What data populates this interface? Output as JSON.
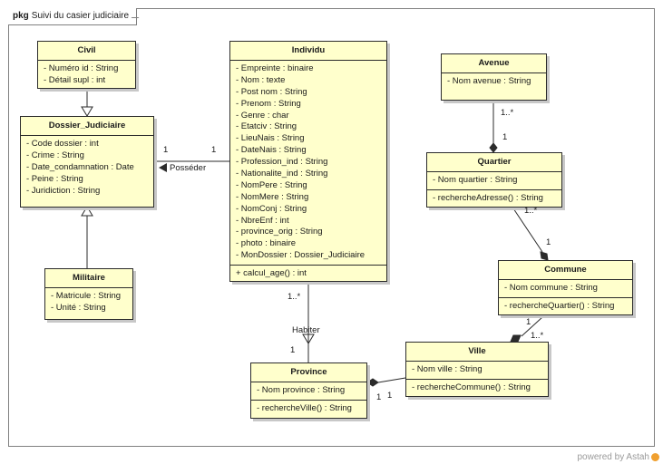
{
  "package": {
    "keyword": "pkg",
    "name": "Suivi du casier judiciaire"
  },
  "classes": {
    "civil": {
      "name": "Civil",
      "attributes": [
        "- Numéro id : String",
        "- Détail supl : int"
      ],
      "operations": []
    },
    "dossier": {
      "name": "Dossier_Judiciaire",
      "attributes": [
        "- Code dossier : int",
        "- Crime : String",
        "- Date_condamnation : Date",
        "- Peine : String",
        "- Juridiction : String"
      ],
      "operations": []
    },
    "militaire": {
      "name": "Militaire",
      "attributes": [
        "- Matricule : String",
        "- Unité : String"
      ],
      "operations": []
    },
    "individu": {
      "name": "Individu",
      "attributes": [
        "- Empreinte : binaire",
        "- Nom : texte",
        "- Post nom : String",
        "- Prenom : String",
        "- Genre : char",
        "- Etatciv : String",
        "- LieuNais : String",
        "- DateNais : String",
        "- Profession_ind : String",
        "- Nationalite_ind : String",
        "- NomPere : String",
        "- NomMere : String",
        "- NomConj : String",
        "- NbreEnf : int",
        "- province_orig : String",
        "- photo : binaire",
        "- MonDossier : Dossier_Judiciaire"
      ],
      "operations": [
        "+ calcul_age() : int"
      ]
    },
    "avenue": {
      "name": "Avenue",
      "attributes": [
        "- Nom avenue : String"
      ],
      "operations": []
    },
    "quartier": {
      "name": "Quartier",
      "attributes": [
        "- Nom quartier : String"
      ],
      "operations": [
        "- rechercheAdresse() : String"
      ]
    },
    "commune": {
      "name": "Commune",
      "attributes": [
        "- Nom commune : String"
      ],
      "operations": [
        "- rechercheQuartier() : String"
      ]
    },
    "ville": {
      "name": "Ville",
      "attributes": [
        "- Nom ville : String"
      ],
      "operations": [
        "- rechercheCommune() : String"
      ]
    },
    "province": {
      "name": "Province",
      "attributes": [
        "- Nom province : String"
      ],
      "operations": [
        "- rechercheVille() : String"
      ]
    }
  },
  "associations": {
    "posseder": {
      "name": "Posséder",
      "mult_dossier": "1",
      "mult_individu": "1"
    },
    "habiter": {
      "name": "Habiter",
      "mult_individu": "1..*",
      "mult_province": "1"
    },
    "avenue_quartier": {
      "mult_avenue": "1..*",
      "mult_quartier": "1"
    },
    "quartier_commune": {
      "mult_quartier": "1..*",
      "mult_commune": "1"
    },
    "commune_ville": {
      "mult_commune": "1",
      "mult_ville": "1..*"
    },
    "ville_province": {
      "mult_province": "1",
      "mult_ville": "1"
    }
  },
  "watermark": "powered by Astah",
  "colors": {
    "class_fill": "#ffffcc",
    "line": "#2b2b2b",
    "frame": "#808080"
  }
}
